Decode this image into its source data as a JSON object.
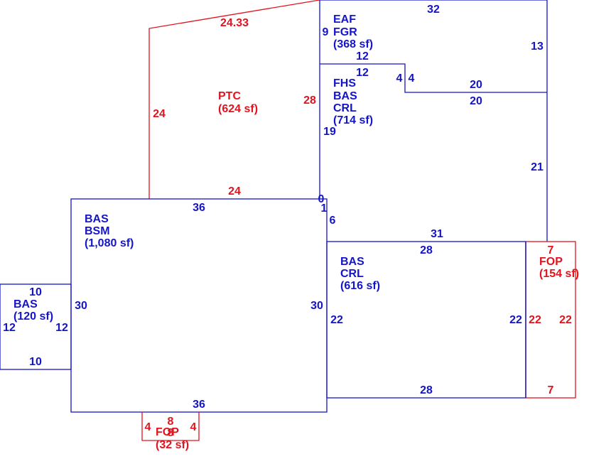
{
  "colors": {
    "living": "#1515c8",
    "exterior": "#e0141e",
    "background": "#ffffff"
  },
  "areas": {
    "eaf": {
      "lines": [
        "EAF",
        "FGR",
        "(368 sf)"
      ]
    },
    "fhs": {
      "lines": [
        "FHS",
        "BAS",
        "CRL",
        "(714 sf)"
      ]
    },
    "ptc": {
      "lines": [
        "PTC",
        "(624 sf)"
      ]
    },
    "bsm": {
      "lines": [
        "BAS",
        "BSM",
        "(1,080 sf)"
      ]
    },
    "crl": {
      "lines": [
        "BAS",
        "CRL",
        "(616 sf)"
      ]
    },
    "fop_right": {
      "lines": [
        "FOP",
        "(154 sf)"
      ]
    },
    "bas_left": {
      "lines": [
        "BAS",
        "(120 sf)"
      ]
    },
    "fop_bottom": {
      "lines": [
        "FOP",
        "(32 sf)"
      ]
    }
  },
  "dimensions": {
    "eaf_top": "32",
    "eaf_left": "9",
    "eaf_right": "13",
    "eaf_bottom": "12",
    "fhs_top": "12",
    "fhs_step_left": "4",
    "fhs_step_right": "4",
    "fhs_top_right_upper": "20",
    "fhs_top_right_lower": "20",
    "fhs_left": "19",
    "fhs_right": "21",
    "fhs_bottom": "31",
    "fhs_left_upper": "0",
    "fhs_left_mid": "1",
    "fhs_left_lower": "6",
    "ptc_diag": "24.33",
    "ptc_left": "24",
    "ptc_right": "28",
    "ptc_bottom": "24",
    "bsm_top": "36",
    "bsm_left": "30",
    "bsm_right": "30",
    "bsm_bottom": "36",
    "crl_top": "28",
    "crl_left": "22",
    "crl_right": "22",
    "crl_bottom": "28",
    "fop_top": "7",
    "fop_left": "22",
    "fop_right": "22",
    "fop_bottom": "7",
    "bas_top": "10",
    "bas_left": "12",
    "bas_right": "12",
    "bas_bottom": "10",
    "fopb_left": "4",
    "fopb_top": "8",
    "fopb_right": "4",
    "fopb_bottom": "8"
  }
}
